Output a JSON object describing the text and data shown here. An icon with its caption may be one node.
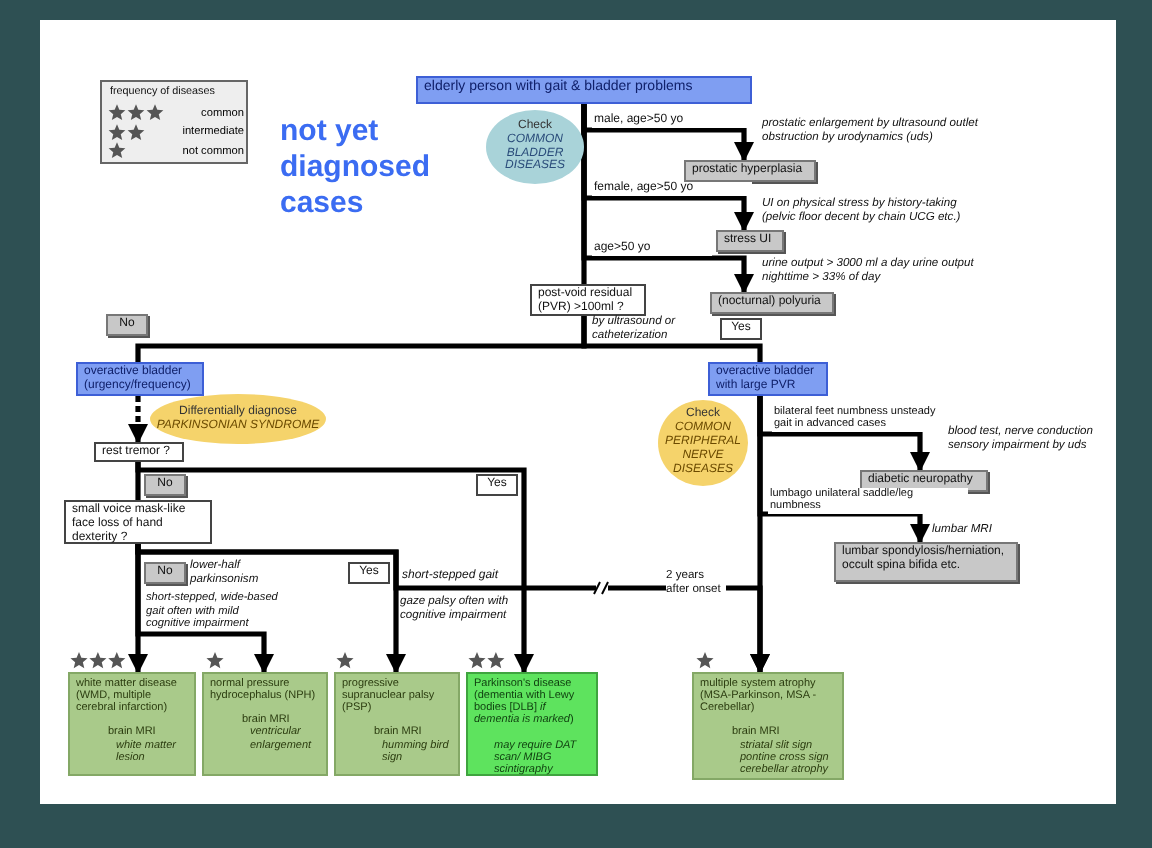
{
  "diagram": {
    "nodes": [
      {
        "text": [
          "elderly person with gait & bladder problems"
        ]
      },
      {
        "text": [
          "Check",
          "COMMON BLADDER DISEASES"
        ]
      },
      {
        "text": [
          "prostatic hyperplasia"
        ],
        "beside": [
          "prostatic enlargement by ultrasound outlet obstruction by urodynamics (uds)"
        ]
      },
      {
        "text": [
          "stress UI"
        ],
        "beside": [
          "UI on physical stress by history-taking (pelvic floor decent by chain UCG etc.)"
        ]
      },
      {
        "text": [
          "(nocturnal) polyuria"
        ],
        "beside": [
          "urine output > 3000 ml a day urine output nighttime > 33% of day"
        ]
      },
      {
        "text": [
          "post-void residual (PVR) >100ml ?"
        ],
        "beside": [
          "by ultrasound or catheterization"
        ]
      },
      {
        "text": [
          "overactive bladder (urgency/frequency)"
        ]
      },
      {
        "text": [
          "Differentially diagnose",
          "PARKINSONIAN SYNDROME"
        ]
      },
      {
        "text": [
          "rest tremor ?"
        ]
      },
      {
        "text": [
          "small voice mask-like face loss of hand dexterity ?"
        ]
      },
      {
        "text": [
          "Check",
          "COMMON PERIPHERAL NERVE DISEASES"
        ]
      },
      {
        "text": [
          "overactive bladder with large PVR"
        ]
      },
      {
        "text": [
          "diabetic neuropathy"
        ],
        "beside": [
          "blood test, nerve conduction sensory impairment by uds"
        ]
      },
      {
        "text": [
          "lumbar spondylosis/herniation, occult spina bifida etc."
        ],
        "beside": [
          "lumbar MRI"
        ]
      },
      {
        "text": [
          "white matter disease (WMD, multiple cerebral infarction)",
          "brain MRI",
          "white matter lesion"
        ]
      },
      {
        "text": [
          "normal pressure hydrocephalus (NPH)",
          "brain MRI",
          "ventricular enlargement"
        ]
      },
      {
        "text": [
          "progressive supranuclear palsy (PSP)",
          "brain MRI",
          "humming bird sign"
        ]
      },
      {
        "text": [
          "Parkinson's disease (dementia with Lewy bodies [DLB] *if dementia is marked*)",
          "may require DAT scan/ MIBG scintigraphy"
        ]
      },
      {
        "text": [
          "multiple system atrophy (MSA-Parkinson, MSA -Cerebellar)",
          "brain MRI",
          "striatal slit sign pontine cross sign cerebellar atrophy"
        ]
      }
    ],
    "edges": [
      {
        "from": 0,
        "to": 2,
        "arrow": "to",
        "label": "male, age>50 yo"
      },
      {
        "from": 0,
        "to": 3,
        "arrow": "to",
        "label": "female, age>50 yo"
      },
      {
        "from": 0,
        "to": 4,
        "arrow": "to",
        "label": "age>50 yo"
      },
      {
        "from": 0,
        "to": 5,
        "arrow": "none"
      },
      {
        "from": 5,
        "to": 6,
        "arrow": "none",
        "label": "No"
      },
      {
        "from": 5,
        "to": 11,
        "arrow": "none",
        "label": "Yes"
      },
      {
        "from": 6,
        "to": 8,
        "arrow": "to",
        "style": "dashed"
      },
      {
        "from": 8,
        "to": 9,
        "arrow": "none",
        "label": "No"
      },
      {
        "from": 8,
        "to": 17,
        "arrow": "to",
        "label": "Yes"
      },
      {
        "from": 9,
        "to": 14,
        "arrow": "to",
        "label": "No"
      },
      {
        "from": 9,
        "to": 15,
        "arrow": "to"
      },
      {
        "from": 9,
        "to": 16,
        "arrow": "to",
        "label": "Yes"
      },
      {
        "from": 9,
        "to": 18,
        "arrow": "to",
        "label": "short-stepped gait"
      },
      {
        "from": 11,
        "to": 12,
        "arrow": "to",
        "label": "bilateral feet numbness unsteady gait in advanced cases"
      },
      {
        "from": 11,
        "to": 13,
        "arrow": "to",
        "label": "lumbago unilateral saddle/leg numbness"
      },
      {
        "from": 11,
        "to": 18,
        "arrow": "to"
      }
    ],
    "labels": [
      "frequency of diseases",
      "not yet diagnosed cases",
      "lower-half parkinsonism",
      "short-stepped, wide-based gait often with mild cognitive impairment",
      "gaze palsy often with cognitive impairment",
      "2 years after onset"
    ],
    "legend": [
      {
        "text": "common"
      },
      {
        "text": "intermediate"
      },
      {
        "text": "not common"
      }
    ]
  }
}
